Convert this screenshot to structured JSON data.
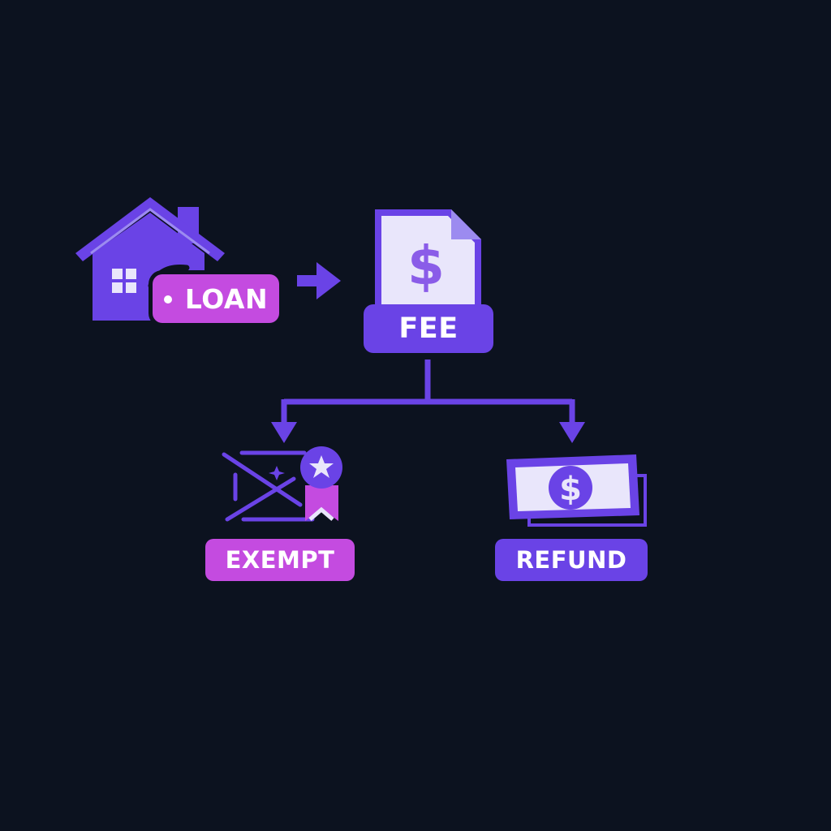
{
  "nodes": {
    "loan": {
      "label": "LOAN"
    },
    "fee": {
      "label": "FEE",
      "symbol": "$"
    },
    "exempt": {
      "label": "EXEMPT"
    },
    "refund": {
      "label": "REFUND",
      "symbol": "$"
    }
  },
  "icons": {
    "loan": "house-icon",
    "fee": "fee-document-icon",
    "exempt": "exempt-certificate-icon",
    "refund": "cash-bill-icon"
  },
  "colors": {
    "background": "#0c121f",
    "primary": "#6a43e6",
    "accent": "#c44be0",
    "light": "#e9e6fb"
  }
}
